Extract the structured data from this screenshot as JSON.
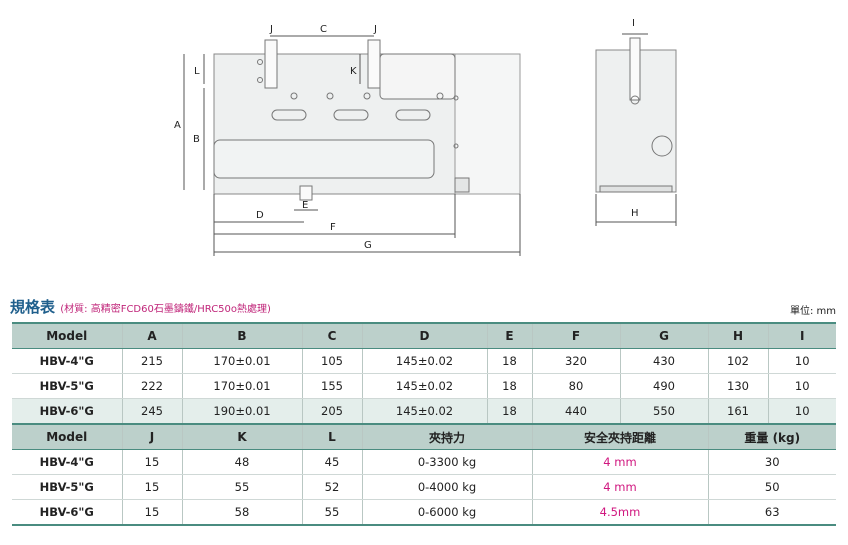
{
  "drawing": {
    "labels": {
      "J1": "J",
      "C": "C",
      "J2": "J",
      "L": "L",
      "K": "K",
      "A": "A",
      "B": "B",
      "D": "D",
      "E": "E",
      "F": "F",
      "G": "G",
      "I": "I",
      "H": "H"
    }
  },
  "spec": {
    "title": "規格表",
    "subtitle": "(材質: 高精密FCD60石墨鑄鐵/HRC50o熱處理)",
    "unit": "單位: mm",
    "header1": [
      "Model",
      "A",
      "B",
      "C",
      "D",
      "E",
      "F",
      "G",
      "H",
      "I"
    ],
    "rows1": [
      [
        "HBV-4\"G",
        "215",
        "170±0.01",
        "105",
        "145±0.02",
        "18",
        "320",
        "430",
        "102",
        "10"
      ],
      [
        "HBV-5\"G",
        "222",
        "170±0.01",
        "155",
        "145±0.02",
        "18",
        "80",
        "490",
        "130",
        "10"
      ],
      [
        "HBV-6\"G",
        "245",
        "190±0.01",
        "205",
        "145±0.02",
        "18",
        "440",
        "550",
        "161",
        "10"
      ]
    ],
    "header2": [
      "Model",
      "J",
      "K",
      "L",
      "夾持力",
      "安全夾持距離",
      "重量 (kg)"
    ],
    "rows2": [
      [
        "HBV-4\"G",
        "15",
        "48",
        "45",
        "0-3300 kg",
        "4 mm",
        "30"
      ],
      [
        "HBV-5\"G",
        "15",
        "55",
        "52",
        "0-4000 kg",
        "4 mm",
        "50"
      ],
      [
        "HBV-6\"G",
        "15",
        "58",
        "55",
        "0-6000 kg",
        "4.5mm",
        "63"
      ]
    ]
  }
}
